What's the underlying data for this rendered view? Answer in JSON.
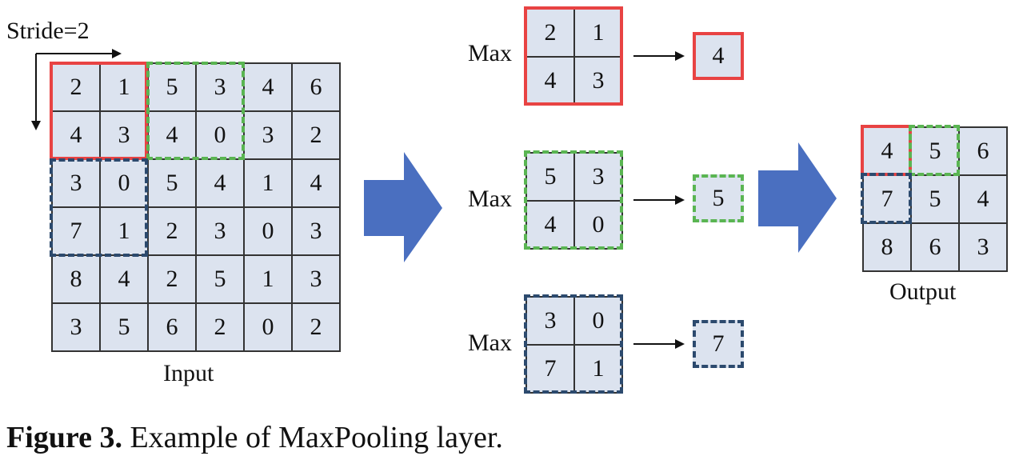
{
  "stride_label": "Stride=2",
  "input": {
    "label": "Input",
    "rows": [
      [
        "2",
        "1",
        "5",
        "3",
        "4",
        "6"
      ],
      [
        "4",
        "3",
        "4",
        "0",
        "3",
        "2"
      ],
      [
        "3",
        "0",
        "5",
        "4",
        "1",
        "4"
      ],
      [
        "7",
        "1",
        "2",
        "3",
        "0",
        "3"
      ],
      [
        "8",
        "4",
        "2",
        "5",
        "1",
        "3"
      ],
      [
        "3",
        "5",
        "6",
        "2",
        "0",
        "2"
      ]
    ]
  },
  "windows": [
    {
      "op": "Max",
      "cells": [
        "2",
        "1",
        "4",
        "3"
      ],
      "result": "4",
      "color": "#e84343",
      "style": "solid"
    },
    {
      "op": "Max",
      "cells": [
        "5",
        "3",
        "4",
        "0"
      ],
      "result": "5",
      "color": "#5ab552",
      "style": "dashed"
    },
    {
      "op": "Max",
      "cells": [
        "3",
        "0",
        "7",
        "1"
      ],
      "result": "7",
      "color": "#2c4a6e",
      "style": "dashed"
    }
  ],
  "output": {
    "label": "Output",
    "rows": [
      [
        "4",
        "5",
        "6"
      ],
      [
        "7",
        "5",
        "4"
      ],
      [
        "8",
        "6",
        "3"
      ]
    ]
  },
  "caption": {
    "bold": "Figure 3.",
    "text": " Example of MaxPooling layer."
  },
  "colors": {
    "cell_fill": "#dce3ef",
    "big_arrow": "#4a6fc0",
    "red": "#e84343",
    "green": "#5ab552",
    "blue": "#2c4a6e"
  }
}
